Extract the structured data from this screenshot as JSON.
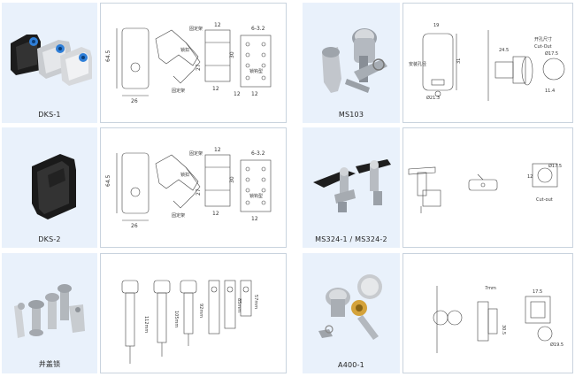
{
  "catalog": {
    "items": [
      {
        "caption": "DKS-1",
        "drawing": {
          "dims": [
            "64.5",
            "26",
            "12",
            "6-3.2",
            "30",
            "27",
            "12",
            "12",
            "12"
          ],
          "notes": [
            "固定架",
            "锁扣",
            "固定架",
            "锁钩型"
          ]
        }
      },
      {
        "caption": "MS103",
        "drawing": {
          "dims": [
            "19",
            "24.5",
            "31",
            "Ø21.3",
            "Ø17.5",
            "11.4"
          ],
          "notes": [
            "开孔尺寸",
            "Cut-Out",
            "安装孔径"
          ]
        }
      },
      {
        "caption": "DKS-2",
        "drawing": {
          "dims": [
            "64.5",
            "26",
            "12",
            "6-3.2",
            "30",
            "27",
            "12",
            "12"
          ],
          "notes": [
            "固定架",
            "锁扣",
            "固定架",
            "锁钩型"
          ]
        }
      },
      {
        "caption": "MS324-1 / MS324-2",
        "drawing": {
          "dims": [
            "Ø17.5",
            "12",
            "Cut-out"
          ],
          "notes": []
        }
      },
      {
        "caption": "井盖锁",
        "drawing": {
          "dims": [
            "112mm",
            "105mm",
            "92mm",
            "85mm",
            "57mm"
          ],
          "notes": []
        }
      },
      {
        "caption": "A400-1",
        "drawing": {
          "dims": [
            "7mm",
            "30.5",
            "17.5",
            "Ø19.5"
          ],
          "notes": []
        }
      }
    ]
  }
}
